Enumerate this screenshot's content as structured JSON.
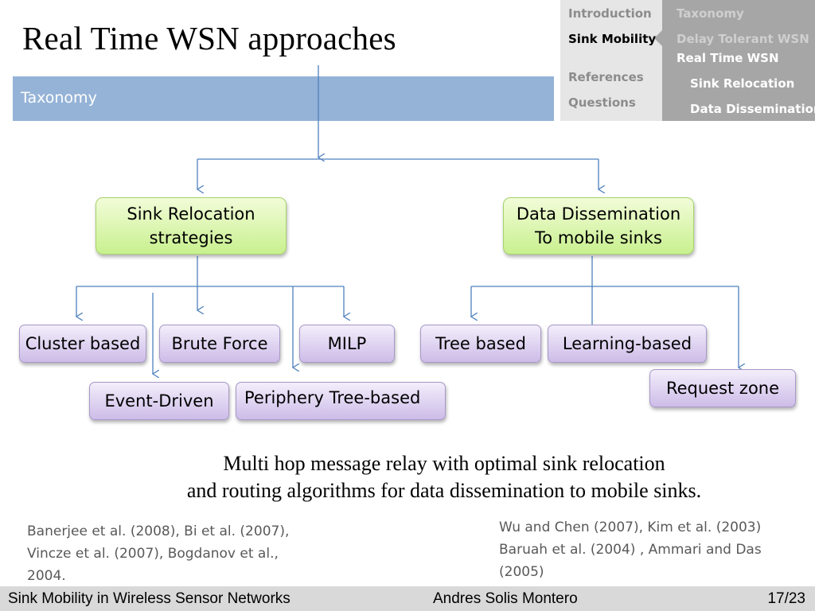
{
  "title": "Real Time WSN approaches",
  "section": "Taxonomy",
  "nav": {
    "left": [
      {
        "label": "Introduction",
        "active": false
      },
      {
        "label": "Sink Mobility",
        "active": true
      },
      {
        "label": "References",
        "active": false
      },
      {
        "label": "Questions",
        "active": false
      }
    ],
    "right": [
      {
        "label": "Taxonomy",
        "active": false
      },
      {
        "label": "Delay Tolerant WSN",
        "active": false
      },
      {
        "label": "Real Time WSN",
        "active": true
      },
      {
        "label": "Sink Relocation",
        "active": true
      },
      {
        "label": "Data Dissemination",
        "active": true
      }
    ]
  },
  "diagram": {
    "sink_relocation": [
      "Sink Relocation",
      "strategies"
    ],
    "data_dissemination": [
      "Data Dissemination",
      "To mobile sinks"
    ],
    "leaves": {
      "cluster": "Cluster based",
      "brute": "Brute Force",
      "milp": "MILP",
      "event": "Event-Driven",
      "periphery": "Periphery Tree-based",
      "tree": "Tree based",
      "learning": "Learning-based",
      "request": "Request zone"
    }
  },
  "summary": [
    "Multi hop message relay with optimal sink relocation",
    "and routing algorithms  for data dissemination to mobile sinks."
  ],
  "refs_left": [
    "Banerjee et al. (2008), Bi et al. (2007),",
    "Vincze et al. (2007), Bogdanov et al.,",
    "2004."
  ],
  "refs_right": [
    "Wu and Chen (2007), Kim et al. (2003)",
    "Baruah et al. (2004) , Ammari and Das",
    "(2005)"
  ],
  "footer": {
    "left": "Sink  Mobility in Wireless Sensor Networks",
    "center": "Andres Solis Montero",
    "right": "17/23"
  }
}
